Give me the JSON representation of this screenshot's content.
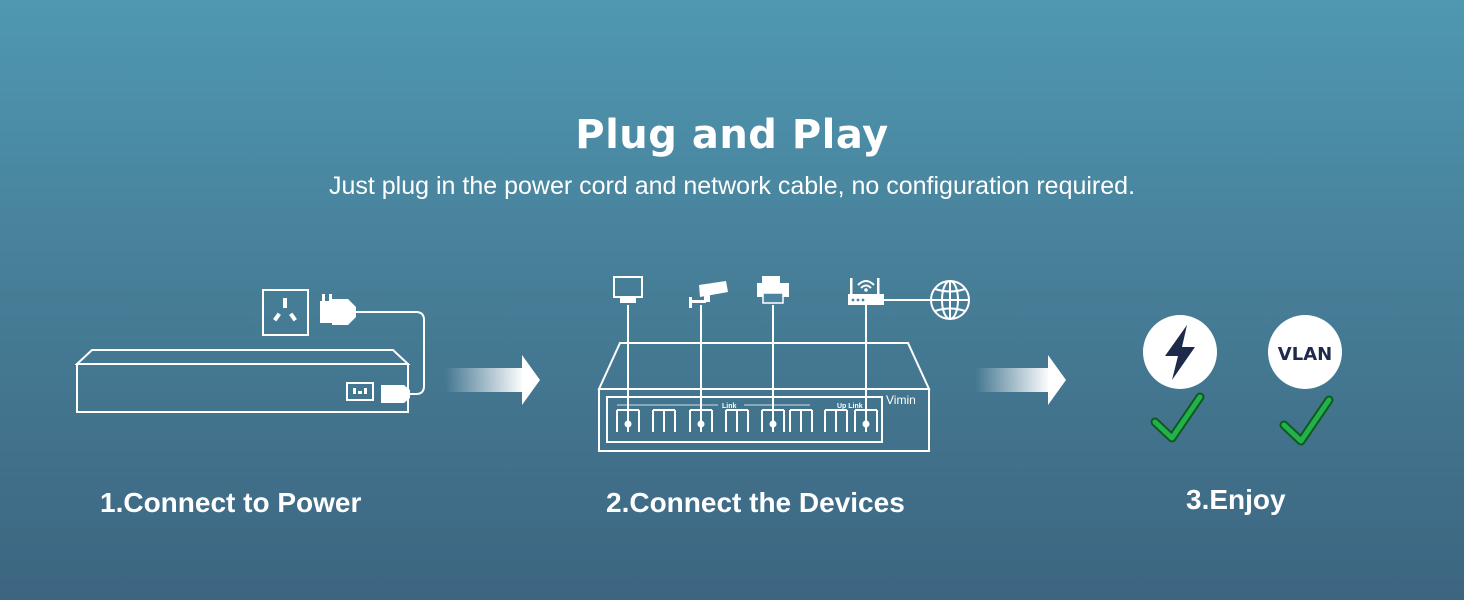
{
  "header": {
    "title": "Plug and Play",
    "subtitle": "Just plug in the power cord and network cable, no configuration required."
  },
  "steps": [
    {
      "label": "1.Connect to Power"
    },
    {
      "label": "2.Connect the Devices"
    },
    {
      "label": "3.Enjoy"
    }
  ],
  "switch": {
    "brand": "Vimin",
    "link_label": "Link",
    "uplink_label": "Up Link"
  },
  "badges": {
    "vlan_label": "VLAN"
  },
  "colors": {
    "check_green": "#22b14c",
    "badge_icon": "#1e2a4a"
  },
  "icons": [
    "power-socket-icon",
    "plug-icon",
    "monitor-icon",
    "camera-icon",
    "printer-icon",
    "router-icon",
    "globe-icon",
    "lightning-icon",
    "checkmark-icon",
    "arrow-right-icon"
  ]
}
